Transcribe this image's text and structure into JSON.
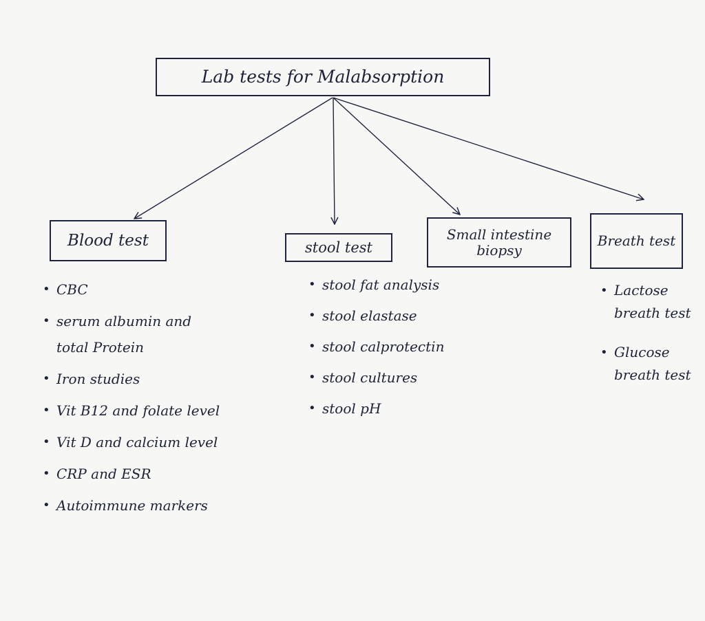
{
  "diagram": {
    "root": {
      "label": "Lab tests for Malabsorption"
    },
    "branches": [
      {
        "id": "blood",
        "label": "Blood test",
        "items": [
          "CBC",
          "serum albumin and total Protein",
          "Iron studies",
          "Vit B12 and folate level",
          "Vit D and calcium level",
          "CRP and ESR",
          "Autoimmune markers"
        ]
      },
      {
        "id": "stool",
        "label": "stool test",
        "items": [
          "stool fat analysis",
          "stool elastase",
          "stool calprotectin",
          "stool cultures",
          "stool pH"
        ]
      },
      {
        "id": "biopsy",
        "label": "Small intestine biopsy",
        "items": []
      },
      {
        "id": "breath",
        "label": "Breath test",
        "items": [
          "Lactose breath test",
          "Glucose breath test"
        ]
      }
    ]
  },
  "colors": {
    "ink": "#1e2440",
    "paper": "#f7f7f5"
  }
}
